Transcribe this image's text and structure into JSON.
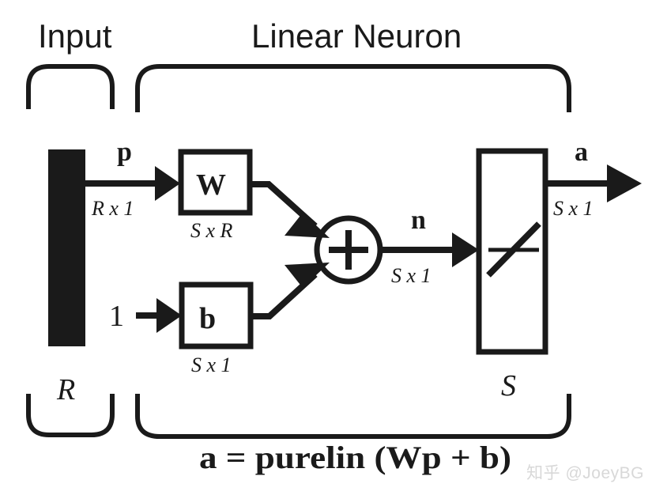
{
  "figure": {
    "title": "Linear Neuron block diagram",
    "background_color": "#ffffff",
    "ink_color": "#1a1a1a"
  },
  "headers": {
    "input": "Input",
    "neuron": "Linear Neuron"
  },
  "input_section": {
    "bar_label": "R",
    "signal_name": "p",
    "signal_dimension": "R x 1"
  },
  "weight_block": {
    "label": "W",
    "dimension": "S x R"
  },
  "bias_block": {
    "label": "b",
    "dimension": "S x 1",
    "constant_input": "1"
  },
  "summation": {
    "operator": "+"
  },
  "net_input": {
    "name": "n",
    "dimension": "S x 1"
  },
  "transfer_block": {
    "function_name": "purelin",
    "symbol": "linear-ramp",
    "neuron_count_label": "S"
  },
  "output": {
    "name": "a",
    "dimension": "S x 1"
  },
  "equation": {
    "text": "a = purelin (Wp + b)"
  },
  "watermark": {
    "text": "知乎 @JoeyBG"
  }
}
